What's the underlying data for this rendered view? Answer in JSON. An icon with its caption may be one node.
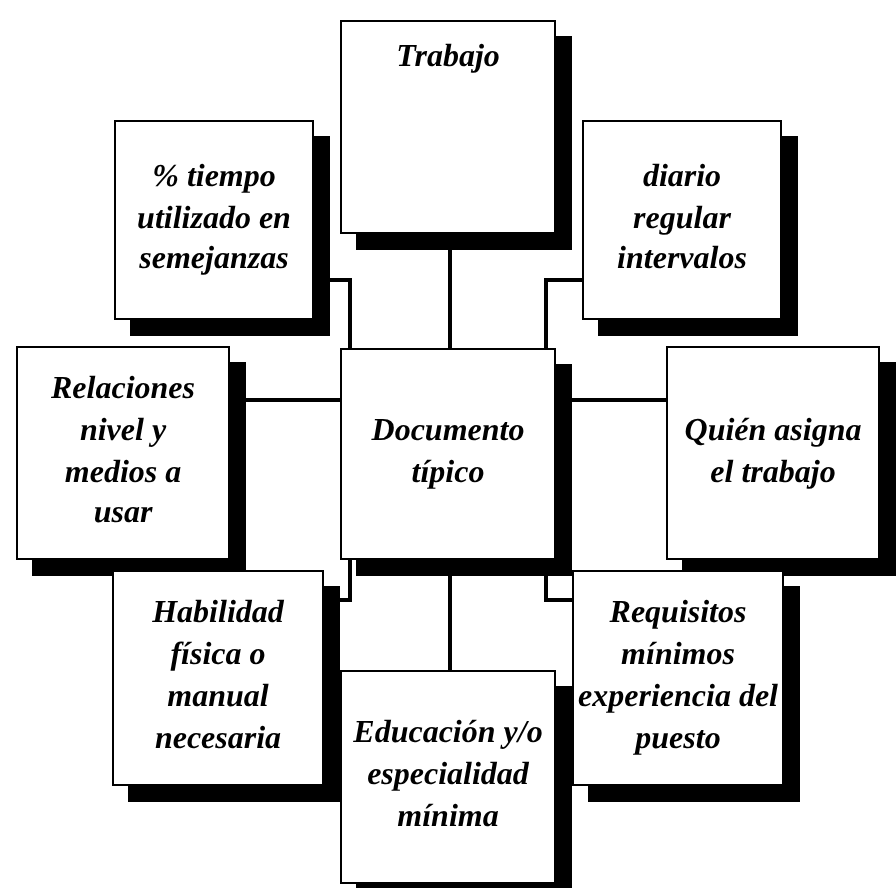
{
  "diagram": {
    "nodes": [
      {
        "text": [
          "Trabajo"
        ]
      },
      {
        "text": [
          "% tiempo utilizado en semejanzas"
        ]
      },
      {
        "text": [
          "diario regular intervalos"
        ]
      },
      {
        "text": [
          "Relaciones nivel y medios a usar"
        ]
      },
      {
        "text": [
          "Documento típico"
        ]
      },
      {
        "text": [
          "Quién asigna el trabajo"
        ]
      },
      {
        "text": [
          "Habilidad física o manual necesaria"
        ]
      },
      {
        "text": [
          "Educación y/o especialidad mínima"
        ]
      },
      {
        "text": [
          "Requisitos mínimos experiencia del puesto"
        ]
      }
    ],
    "edges": [
      {
        "from": 4,
        "to": 0,
        "arrow": "none"
      },
      {
        "from": 4,
        "to": 1,
        "arrow": "none"
      },
      {
        "from": 4,
        "to": 2,
        "arrow": "none"
      },
      {
        "from": 4,
        "to": 3,
        "arrow": "none"
      },
      {
        "from": 4,
        "to": 5,
        "arrow": "none"
      },
      {
        "from": 4,
        "to": 6,
        "arrow": "none"
      },
      {
        "from": 4,
        "to": 7,
        "arrow": "none"
      },
      {
        "from": 4,
        "to": 8,
        "arrow": "none"
      }
    ]
  }
}
